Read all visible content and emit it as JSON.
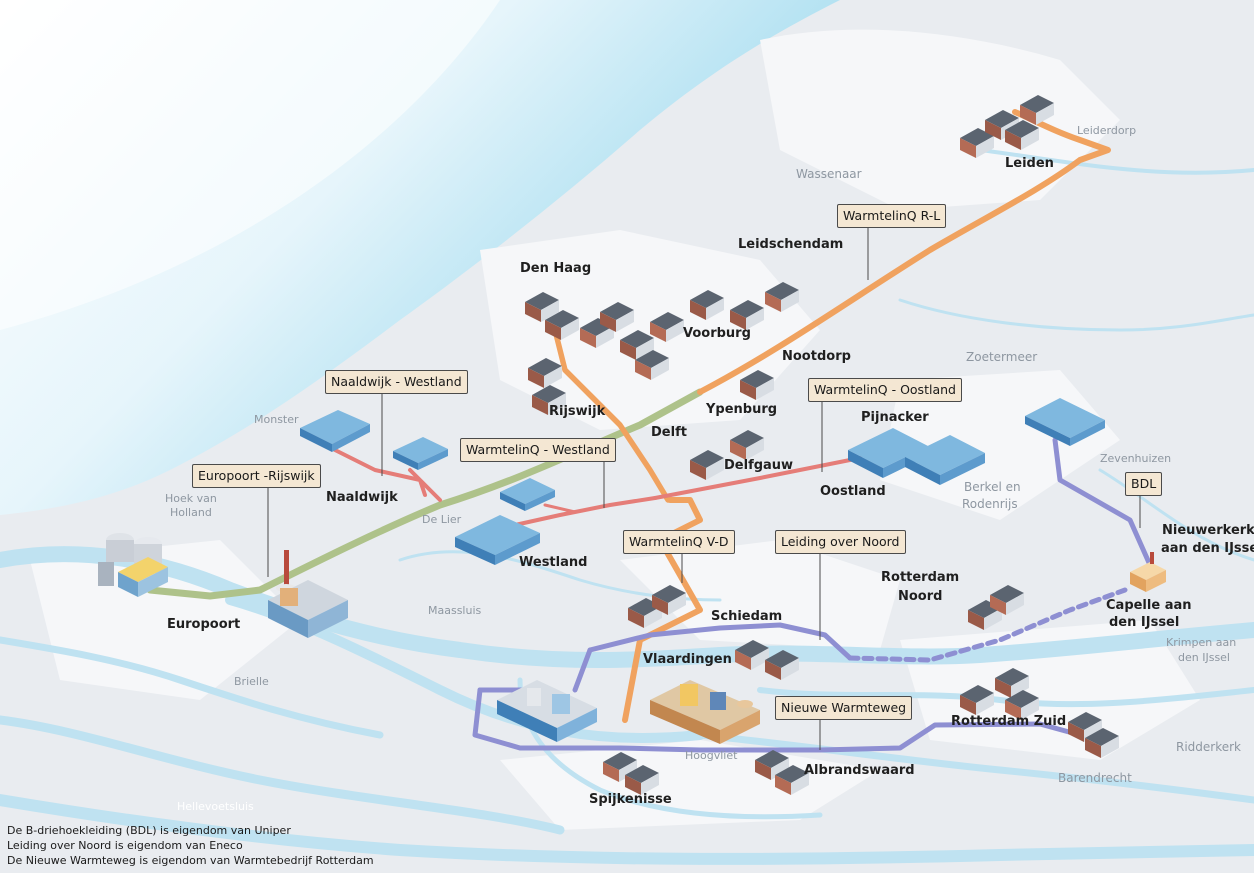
{
  "cities": {
    "leiden": "Leiden",
    "leidschendam": "Leidschendam",
    "den_haag": "Den Haag",
    "voorburg": "Voorburg",
    "nootdorp": "Nootdorp",
    "rijswijk": "Rijswijk",
    "ypenburg": "Ypenburg",
    "delft": "Delft",
    "delfgauw": "Delfgauw",
    "pijnacker": "Pijnacker",
    "oostland": "Oostland",
    "naaldwijk": "Naaldwijk",
    "westland": "Westland",
    "europoort": "Europoort",
    "rotterdam_noord_1": "Rotterdam",
    "rotterdam_noord_2": "Noord",
    "nieuwerkerk_1": "Nieuwerkerk",
    "nieuwerkerk_2": "aan den IJssel",
    "capelle_1": "Capelle aan",
    "capelle_2": "den IJssel",
    "schiedam": "Schiedam",
    "vlaardingen": "Vlaardingen",
    "rotterdam_zuid": "Rotterdam Zuid",
    "albrandswaard": "Albrandswaard",
    "spijkenisse": "Spijkenisse"
  },
  "towns": {
    "leiderdorp": "Leiderdorp",
    "wassenaar": "Wassenaar",
    "zoetermeer": "Zoetermeer",
    "monster": "Monster",
    "hoek_van_holland_1": "Hoek van",
    "hoek_van_holland_2": "Holland",
    "de_lier": "De Lier",
    "berkel_1": "Berkel en",
    "berkel_2": "Rodenrijs",
    "zevenhuizen": "Zevenhuizen",
    "maassluis": "Maassluis",
    "brielle": "Brielle",
    "krimpen_1": "Krimpen aan",
    "krimpen_2": "den IJssel",
    "hoogvliet": "Hoogvliet",
    "ridderkerk": "Ridderkerk",
    "barendrecht": "Barendrecht",
    "hellevoetsluis": "Hellevoetsluis"
  },
  "pipelines": {
    "warmtelinq_rl": "WarmtelinQ R-L",
    "naaldwijk_westland": "Naaldwijk - Westland",
    "warmtelinq_oostland": "WarmtelinQ - Oostland",
    "warmtelinq_westland": "WarmtelinQ - Westland",
    "europoort_rijswijk": "Europoort -Rijswijk",
    "bdl": "BDL",
    "warmtelinq_vd": "WarmtelinQ V-D",
    "leiding_over_noord": "Leiding over Noord",
    "nieuwe_warmteweg": "Nieuwe Warmteweg"
  },
  "legend": {
    "line1": "De B-driehoekleiding (BDL) is eigendom van Uniper",
    "line2": "Leiding over Noord is eigendom van Eneco",
    "line3": "De Nieuwe Warmteweg is eigendom van Warmtebedrijf Rotterdam"
  },
  "colors": {
    "sea": "#8ed2e8",
    "land": "#e7eaef",
    "water": "#bfe0ef",
    "label_bg": "#f4e7d3",
    "pipe_orange": "#f0a25f",
    "pipe_green": "#aec28a",
    "pipe_red": "#e57d78",
    "pipe_purple": "#8e8fd2"
  }
}
